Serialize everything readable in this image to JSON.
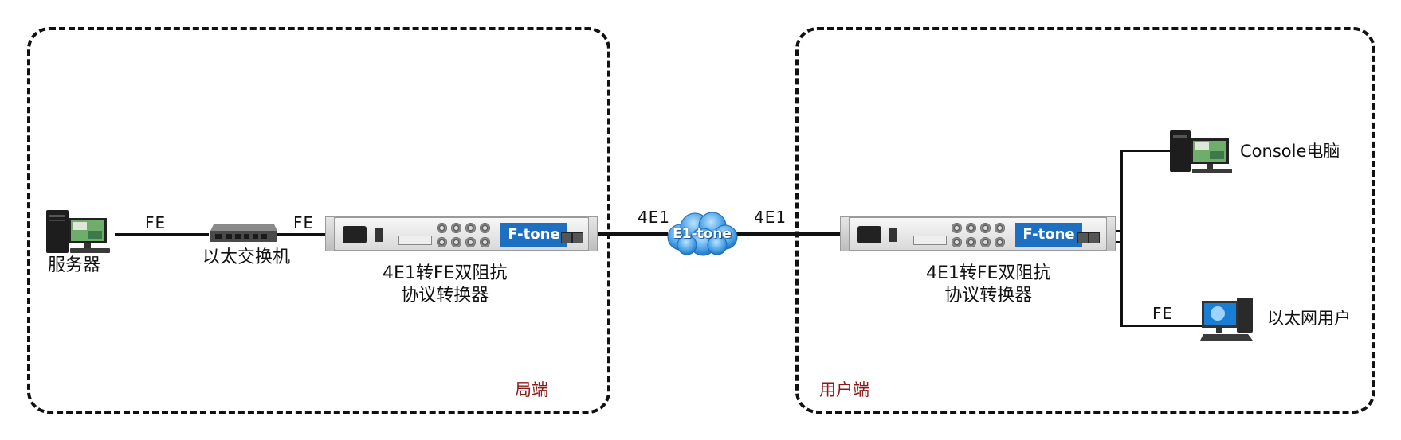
{
  "zones": {
    "local": "局端",
    "user": "用户端"
  },
  "links": {
    "server_switch": "FE",
    "switch_converter": "FE",
    "left_e1": "4E1",
    "right_e1": "4E1",
    "user_fe": "FE"
  },
  "devices": {
    "server": "服务器",
    "switch": "以太交换机",
    "converter_left": [
      "4E1转FE双阻抗",
      "协议转换器"
    ],
    "converter_right": [
      "4E1转FE双阻抗",
      "协议转换器"
    ],
    "console_pc": "Console电脑",
    "ethernet_user": "以太网用户"
  },
  "brand": "F-tone",
  "cloud": "E1-tone",
  "colors": {
    "zone_title": "#8b1a1a",
    "brand_blue": "#1d6fc2",
    "cloud_blue": "#4aa3e8"
  },
  "icons": [
    "server-icon",
    "switch-icon",
    "converter-icon",
    "cloud-icon",
    "console-pc-icon",
    "ethernet-user-icon"
  ]
}
